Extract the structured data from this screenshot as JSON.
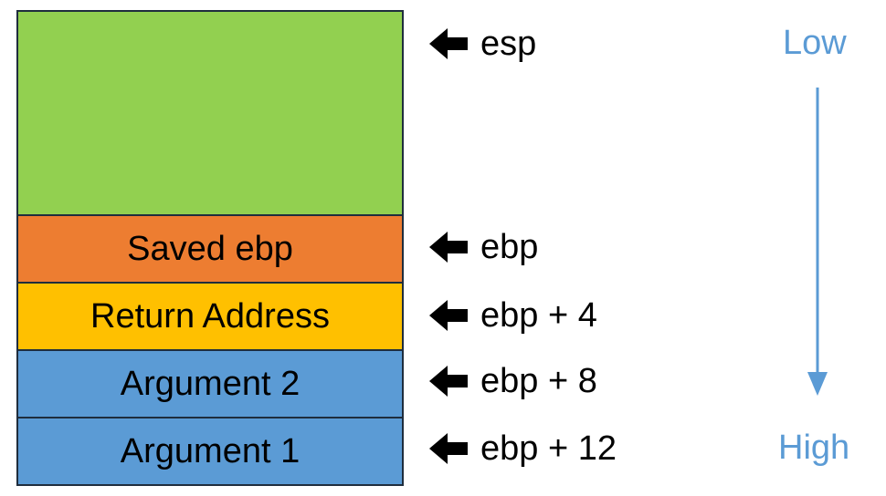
{
  "colors": {
    "free": "#92d050",
    "saved_ebp": "#ed7d31",
    "return_address": "#ffc000",
    "argument": "#5b9bd5",
    "direction": "#5b9bd5",
    "border": "#1f2d3d"
  },
  "stack": {
    "free_block": "",
    "saved_ebp": "Saved ebp",
    "return_address": "Return Address",
    "argument2": "Argument 2",
    "argument1": "Argument 1"
  },
  "pointers": {
    "esp": "esp",
    "ebp": "ebp",
    "ebp4": "ebp + 4",
    "ebp8": "ebp + 8",
    "ebp12": "ebp + 12"
  },
  "direction": {
    "low": "Low",
    "high": "High"
  },
  "icons": {
    "pointer_arrow": "left-arrow-icon",
    "direction_arrow": "down-arrow-icon"
  }
}
